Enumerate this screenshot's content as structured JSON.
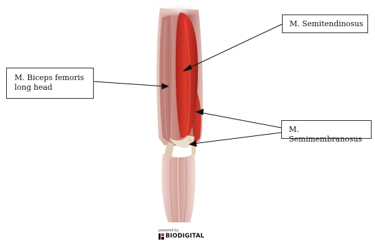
{
  "labels": {
    "semitendinosus": "M. Semitendinosus",
    "biceps_femoris_line1": "M. Biceps femoris",
    "biceps_femoris_line2": "long head",
    "semimembranosus": "M. Semimembranosus"
  },
  "logo": {
    "powered_by": "powered by",
    "brand": "BIODIGITAL"
  },
  "colors": {
    "muscle_highlight": "#c8281e",
    "muscle_base": "#c98b84",
    "tendon": "#ece4cf",
    "arrow": "#111111",
    "brand": "#d4262a"
  }
}
